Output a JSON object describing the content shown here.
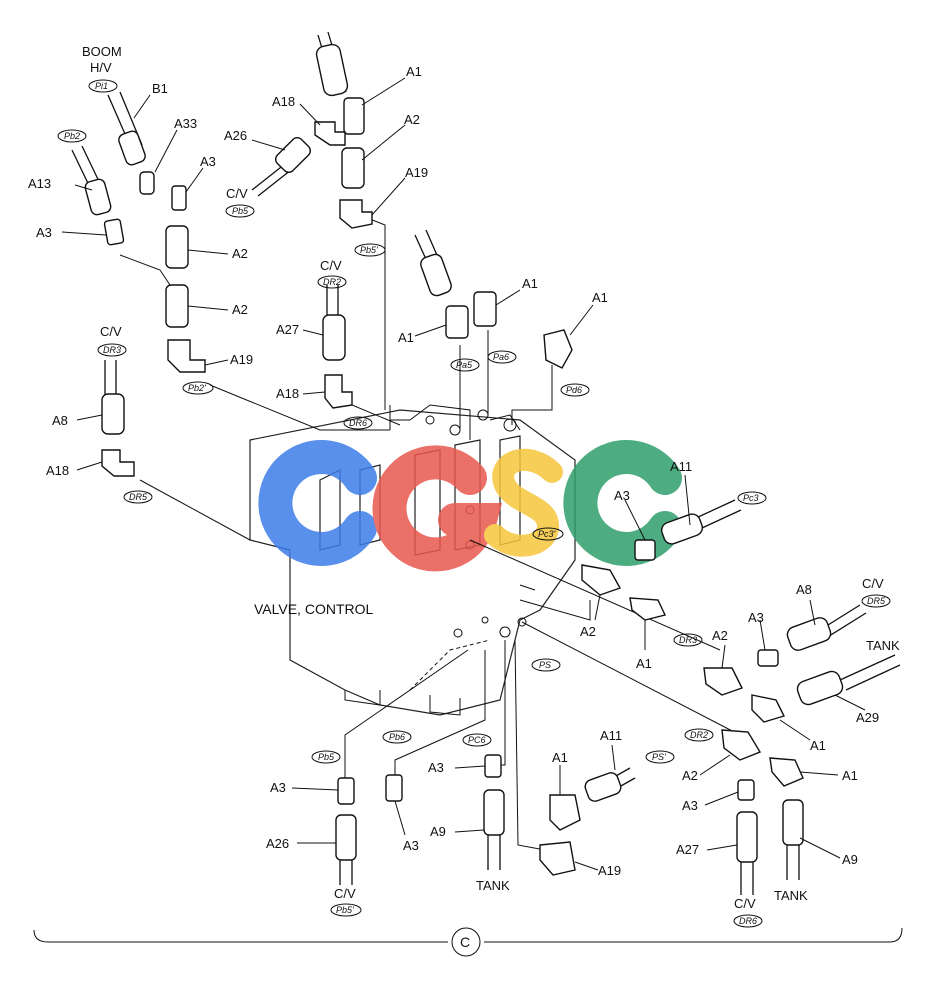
{
  "watermark": {
    "letters": [
      "C",
      "G",
      "S",
      "C"
    ],
    "colors": [
      "#3d7de8",
      "#e8584d",
      "#f5c63c",
      "#2e9e6b"
    ]
  },
  "labels": {
    "boom": "BOOM",
    "hv": "H/V",
    "valve": "VALVE, CONTROL",
    "circle": "C",
    "B1": "B1",
    "A33": "A33",
    "A13": "A13",
    "A3": "A3",
    "A2": "A2",
    "A19": "A19",
    "A18": "A18",
    "A26": "A26",
    "A1": "A1",
    "A27": "A27",
    "A8": "A8",
    "A11": "A11",
    "A29": "A29",
    "A9": "A9",
    "cv": "C/V",
    "tank": "TANK"
  },
  "tags": {
    "Pi1": "Pi1",
    "Pb2": "Pb2",
    "Pb2p": "Pb2'",
    "Pb5": "Pb5",
    "Pb5p": "Pb5'",
    "DR2": "DR2",
    "DR3": "DR3",
    "DR5": "DR5",
    "DR6": "DR6",
    "Pa5": "Pa5",
    "Pa6": "Pa6",
    "Pd6": "Pd6",
    "Pc3": "Pc3",
    "Pc3p": "Pc3'",
    "PS": "PS",
    "PSp": "PS'",
    "Pb6": "Pb6",
    "PC6": "PC6"
  }
}
